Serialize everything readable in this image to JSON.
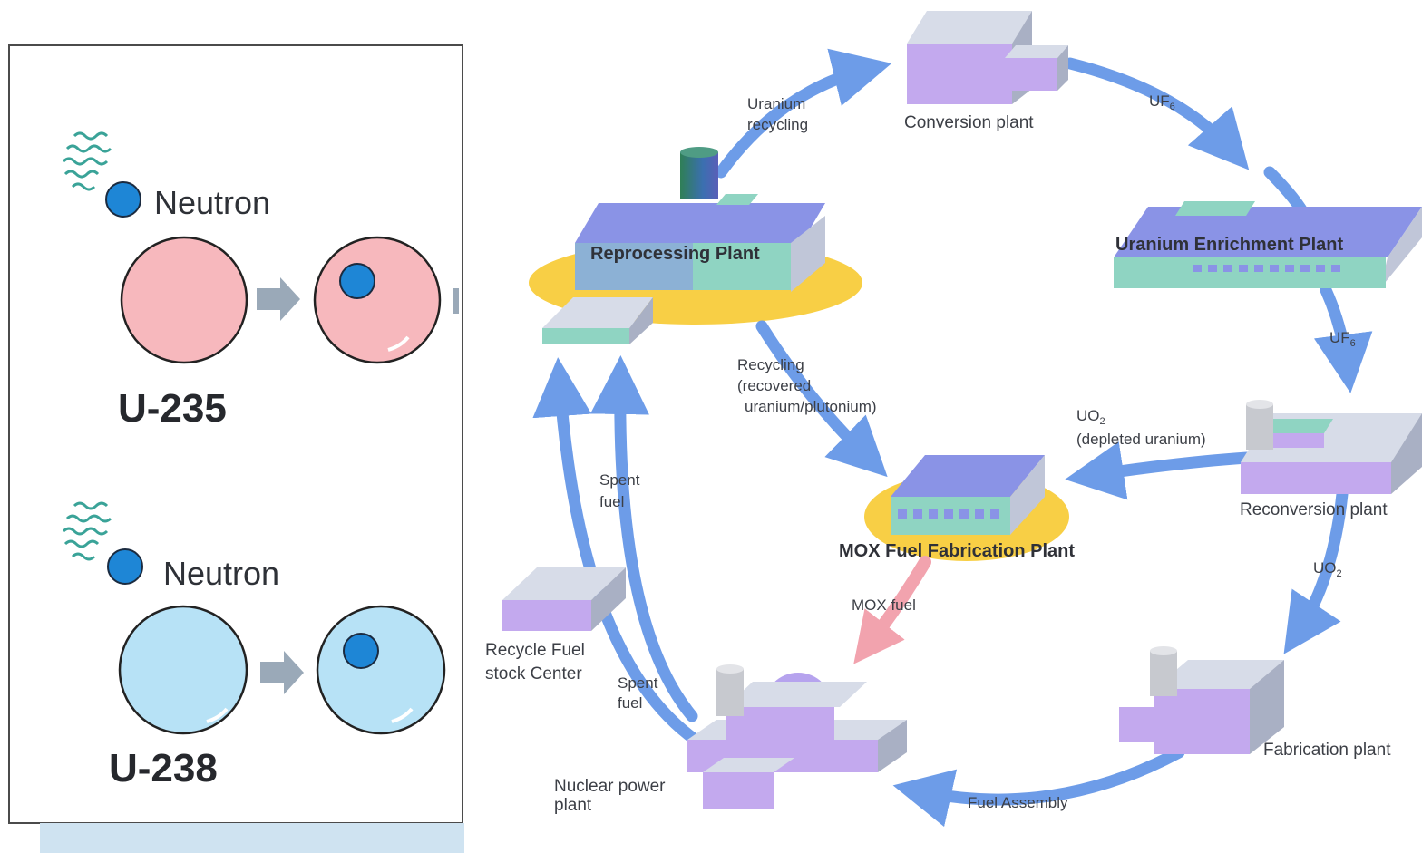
{
  "left_panel": {
    "u235": {
      "neutron_label": "Neutron",
      "isotope_label": "U-235"
    },
    "u238": {
      "neutron_label": "Neutron",
      "isotope_label": "U-238"
    }
  },
  "cycle": {
    "facilities": {
      "conversion": "Conversion plant",
      "enrichment": "Uranium Enrichment Plant",
      "reconversion": "Reconversion plant",
      "fabrication": "Fabrication plant",
      "nuclear_power_line1": "Nuclear power",
      "nuclear_power_line2": "plant",
      "recycle_line1": "Recycle Fuel",
      "recycle_line2": "stock Center",
      "reprocessing": "Reprocessing Plant",
      "mox": "MOX Fuel Fabrication Plant"
    },
    "flows": {
      "uranium_recycling_line1": "Uranium",
      "uranium_recycling_line2": "recycling",
      "uf6_top": "UF",
      "uf6_top_sub": "6",
      "uf6_right": "UF",
      "uf6_right_sub": "6",
      "uo2_right": "UO",
      "uo2_right_sub": "2",
      "fuel_assembly": "Fuel Assembly",
      "spent_fuel_a_line1": "Spent",
      "spent_fuel_a_line2": "fuel",
      "spent_fuel_b_line1": "Spent",
      "spent_fuel_b_line2": "fuel",
      "recycling_line1": "Recycling",
      "recycling_line2": "(recovered",
      "recycling_line3": "uranium/plutonium)",
      "uo2_depleted_line1": "UO",
      "uo2_depleted_line1_sub": "2",
      "uo2_depleted_line2": "(depleted uranium)",
      "mox_fuel": "MOX fuel"
    }
  },
  "colors": {
    "cycle_arrow": "#6d9ce8",
    "mox_arrow": "#f2a3ae",
    "u235_nucleus": "#f7b8bd",
    "u238_nucleus": "#b7e2f6",
    "neutron": "#1e86d6",
    "building_top": "#8a93e6",
    "building_side": "#c3a9ee",
    "building_teal": "#8fd4c2",
    "highlight_ellipse": "#f8cf45"
  }
}
